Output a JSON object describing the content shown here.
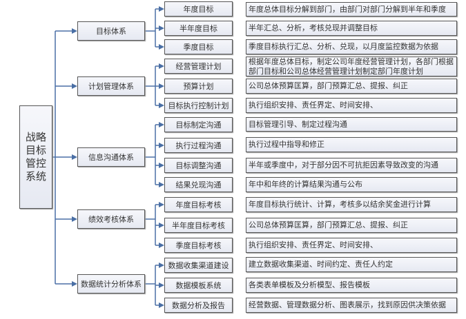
{
  "root": {
    "label": "战略目标管控系统"
  },
  "colors": {
    "connector": "#4a6fa5",
    "border": "#555555"
  },
  "systems": [
    {
      "label": "目标体系",
      "items": [
        {
          "label": "年度目标",
          "desc": "年度总体目标分解到部门，由部门对部门分解到半年和季度"
        },
        {
          "label": "半年度目标",
          "desc": "半年汇总、分析，考核兑现并调整目标"
        },
        {
          "label": "季度目标",
          "desc": "季度目标执行汇总、分析、兑现，以月度监控数据为依据"
        }
      ]
    },
    {
      "label": "计划管理体系",
      "items": [
        {
          "label": "经营管理计划",
          "desc": "根据年度总体目标，制定公司年度经营管理计划，各部门根据部门目标和公司总体经营管理计划制定部门年度计划"
        },
        {
          "label": "预算计划",
          "desc": "公司总体预算匡算，部门预算汇总、提报、纠正"
        },
        {
          "label": "目标执行控制计划",
          "desc": "执行组织安排、责任界定、时间安排、"
        }
      ]
    },
    {
      "label": "信息沟通体系",
      "items": [
        {
          "label": "目标制定沟通",
          "desc": "目标管理引导、制定过程沟通"
        },
        {
          "label": "执行过程沟通",
          "desc": "执行过程中指导和修正"
        },
        {
          "label": "目标调整沟通",
          "desc": "半年或季度中，对于部分因不可抗拒因素导致改变的沟通"
        },
        {
          "label": "结果兑现沟通",
          "desc": "年中和年终的计算结果沟通与公布"
        }
      ]
    },
    {
      "label": "绩效考核体系",
      "items": [
        {
          "label": "年度目标考核",
          "desc": "年度目标执行统计、计算，考核多以结余奖金进行计算"
        },
        {
          "label": "半年度目标考核",
          "desc": "公司总体预算匡算，部门预算汇总、提报、纠正"
        },
        {
          "label": "季度目标考核",
          "desc": "执行组织安排、责任界定、时间安排、"
        }
      ]
    },
    {
      "label": "数据统计分析体系",
      "items": [
        {
          "label": "数据收集渠道建设",
          "desc": "建立数据收集渠道、时间约定、责任人约定"
        },
        {
          "label": "数据模板系统",
          "desc": "各类表单模板及分析模型、报告模板"
        },
        {
          "label": "数据分析及报告",
          "desc": "经营数据、管理数据分析、图表展示，找到原因供决策依据"
        }
      ]
    }
  ]
}
